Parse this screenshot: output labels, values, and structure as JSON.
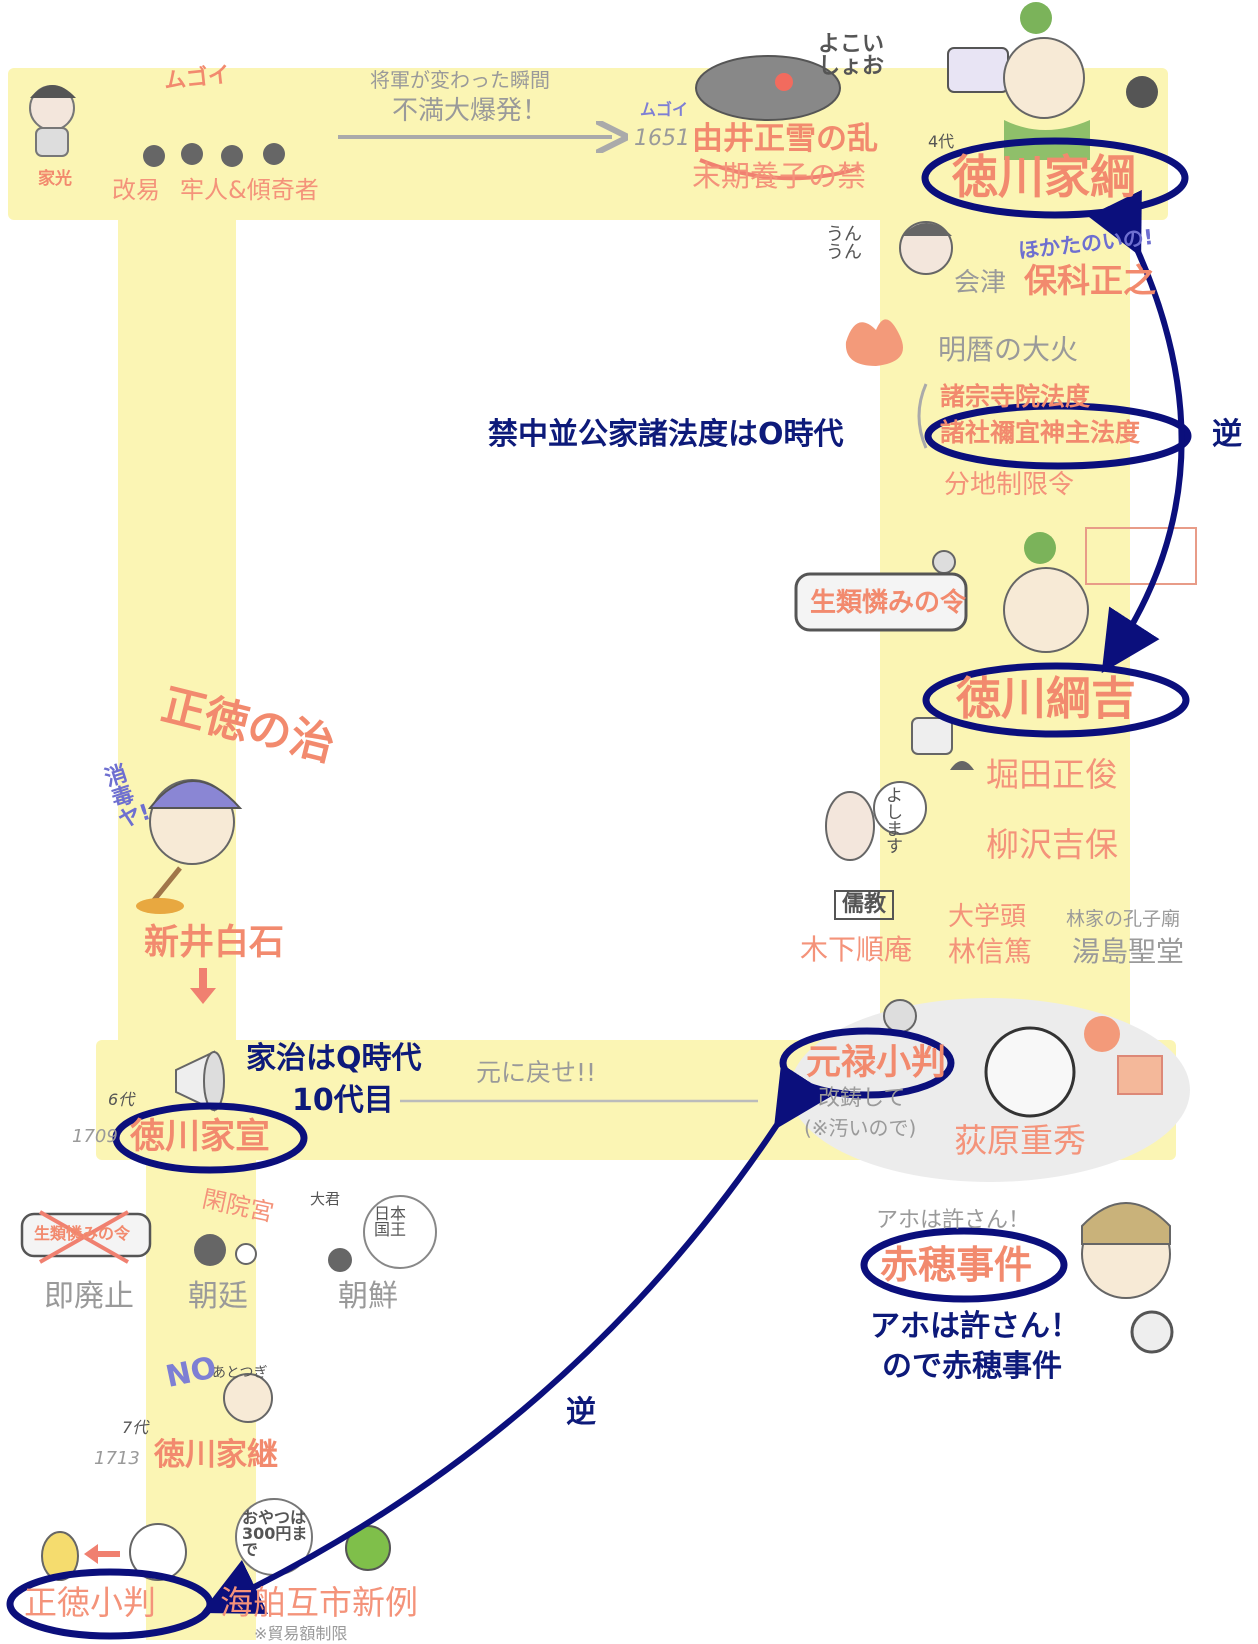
{
  "colors": {
    "band": "#fbf5b4",
    "salmon": "#f4937a",
    "navy": "#0b0f7c",
    "gray": "#9a9a9a"
  },
  "top_row": {
    "iemitsu": "家光",
    "kaieki": "改易",
    "ronin": "牢人&傾奇者",
    "arrow_line1": "将軍が変わった瞬間",
    "arrow_line2": "不満大爆発！",
    "kagi": "ムゴイ",
    "year_1651": "1651",
    "yui_rebellion": "由井正雪の乱",
    "matsugo": "末期養子の禁",
    "yokoi": "よこい しょお",
    "gen4": "4代",
    "ietsuna": "徳川家綱"
  },
  "right_column": {
    "unun": "うん うん",
    "aizu": "会津",
    "hoshina": "保科正之",
    "hokani": "ほかたのいの!",
    "meireki": "明暦の大火",
    "jiin": "諸宗寺院法度",
    "shinshoku": "諸社禰宜神主法度",
    "bunchi": "分地制限令",
    "shorui": "生類憐みの令",
    "tsunayoshi": "徳川綱吉",
    "hotta": "堀田正俊",
    "yanagisawa": "柳沢吉保",
    "yoshimasu": "よし ます",
    "jukyo": "儒教",
    "kinoshita": "木下順庵",
    "daigakunokami": "大学頭",
    "hayashi_nobuatsu": "林信篤",
    "hayashi_ke": "林家の孔子廟",
    "yushima": "湯島聖堂",
    "genroku": "元禄小判",
    "kaichu": "改鋳して",
    "kitanai": "(※汚いので)",
    "ogiwara": "荻原重秀",
    "aho_small": "アホは許さん！",
    "ako": "赤穂事件",
    "ako_note_line1": "アホは許さん！",
    "ako_note_line2": "ので赤穂事件"
  },
  "left_column": {
    "shotoku_no_chi": "正徳の治",
    "shodoku": "消毒ヤ!",
    "arai": "新井白石",
    "modose": "元に戻せ!!",
    "gen6": "6代",
    "year_1709": "1709",
    "ienobu": "徳川家宣",
    "kanin": "閑院宮",
    "soku_haishi": "即廃止",
    "chotei": "朝廷",
    "chosen": "朝鮮",
    "nihon_koku_o": "日本 国王",
    "taikun": "大君",
    "no": "NO",
    "atotsugi": "あとつぎ",
    "gen7": "7代",
    "year_1713": "1713",
    "ietsugu": "徳川家継",
    "oyatsu": "おやつは 300円まで",
    "shotoku_koban": "正徳小判",
    "kaihaku": "海舶互市新例",
    "boeki": "※貿易額制限"
  },
  "annotations": {
    "kinchu_question": "禁中並公家諸法度はO時代",
    "ieharu_line1": "家治はQ時代",
    "ieharu_line2": "10代目",
    "gyaku_right": "逆",
    "gyaku_bottom": "逆"
  }
}
